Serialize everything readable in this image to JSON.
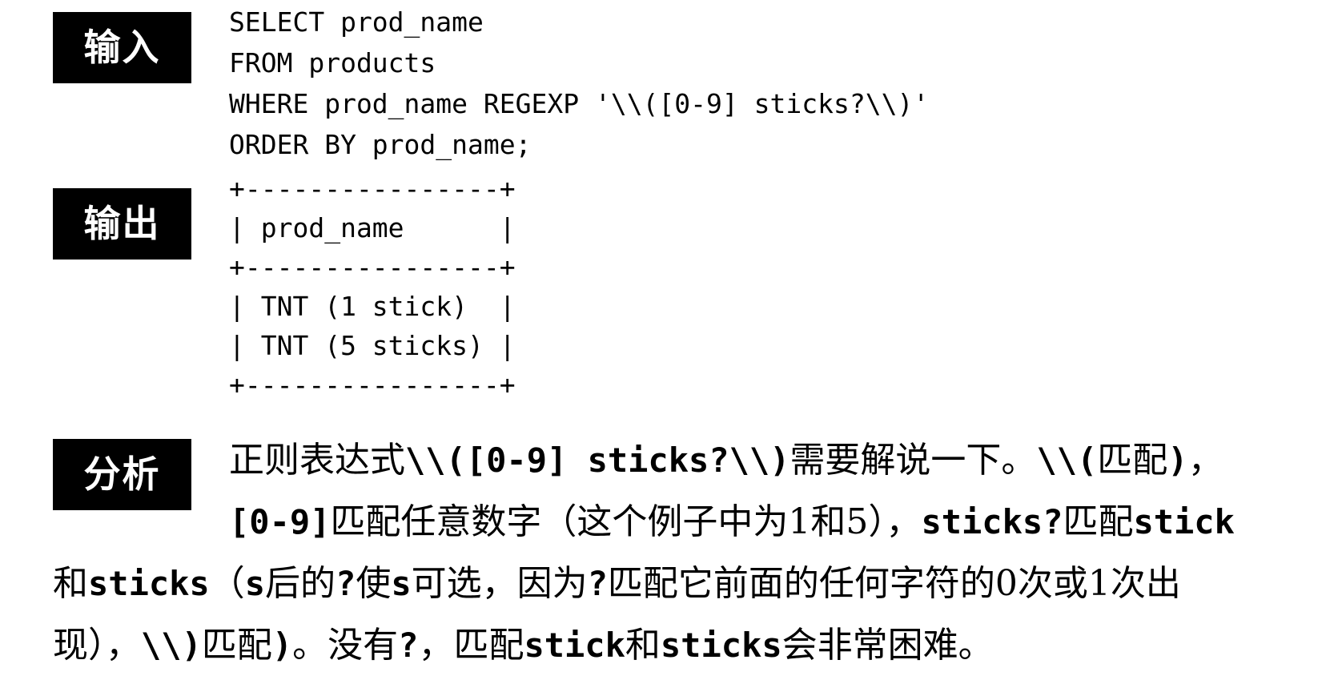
{
  "labels": {
    "input": "输入",
    "output": "输出",
    "analysis": "分析"
  },
  "input_code": [
    "SELECT prod_name",
    "FROM products",
    "WHERE prod_name REGEXP '\\\\([0-9] sticks?\\\\)'",
    "ORDER BY prod_name;"
  ],
  "output_table": [
    "+----------------+",
    "| prod_name      |",
    "+----------------+",
    "| TNT (1 stick)  |",
    "| TNT (5 sticks) |",
    "+----------------+"
  ],
  "analysis": {
    "line1": {
      "t1": "正则表达式",
      "c1": "\\\\([0-9] sticks?\\\\)",
      "t2": "需要解说一下。",
      "c2": "\\\\(",
      "t3": "匹配",
      "c3": ")",
      "t4": "，"
    },
    "line2": {
      "c1": "[0-9]",
      "t1": "匹配任意数字（这个例子中为1和5），",
      "c2": "sticks?",
      "t2": "匹配",
      "c3": "stick"
    },
    "line3": {
      "t1": "和",
      "c1": "sticks",
      "t2": "（",
      "c2": "s",
      "t3": "后的",
      "c3": "?",
      "t4": "使",
      "c4": "s",
      "t5": "可选，因为",
      "c5": "?",
      "t6": "匹配它前面的任何字符的0次或1次出"
    },
    "line4": {
      "t1": "现），",
      "c1": "\\\\)",
      "t2": "匹配",
      "c2": ")",
      "t3": "。没有",
      "c3": "?",
      "t4": "，匹配",
      "c4": "stick",
      "t5": "和",
      "c5": "sticks",
      "t6": "会非常困难。"
    }
  }
}
